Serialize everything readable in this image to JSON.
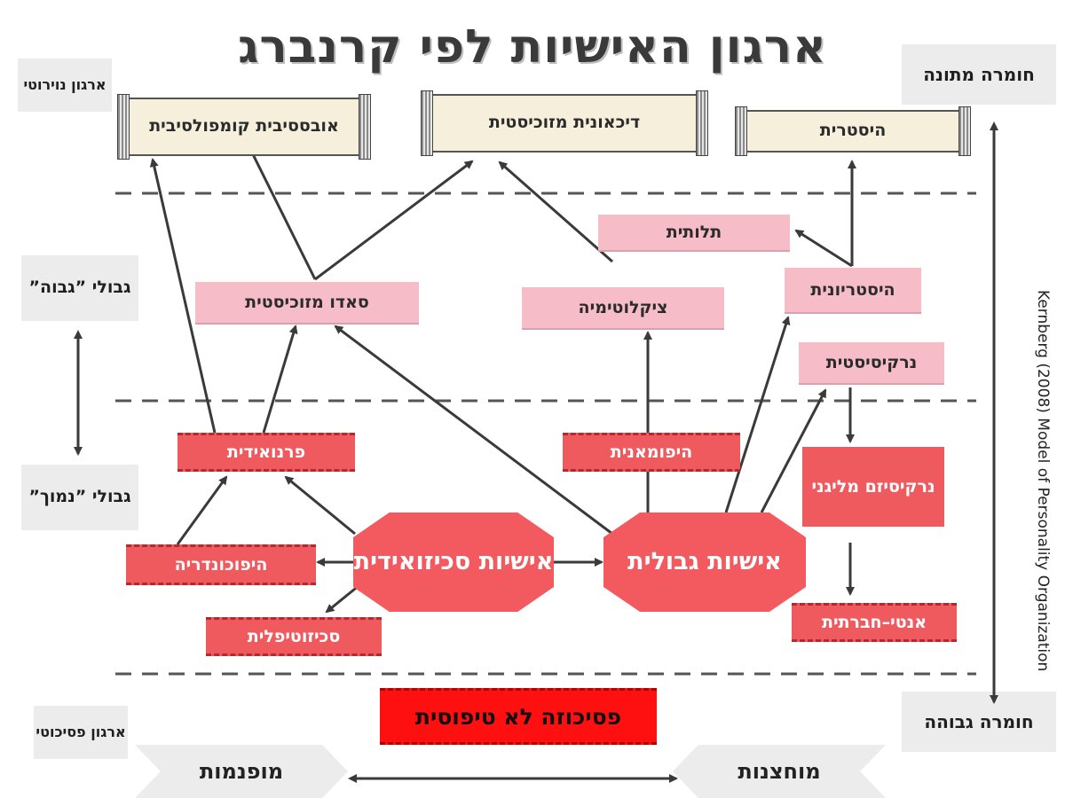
{
  "title": "ארגון האישיות לפי קרנברג",
  "side_labels": {
    "neurotic": "ארגון נוירוטי",
    "high_borderline": "גבולי ”גבוה”",
    "low_borderline": "גבולי ”נמוך”",
    "psychotic": "ארגון פסיכוטי",
    "good_material": "חומרה מתונה",
    "high_severity": "חומרה גבוהה",
    "model": "Kernberg (2008) Model of Personality Organization"
  },
  "neurotic_nodes": {
    "ocd": "אובססיבית קומפולסיבית",
    "depressive_masochistic": "דיכאונית מזוכיסטית",
    "hysterical": "היסטרית"
  },
  "high_borderline_nodes": {
    "dependent": "תלותית",
    "histrionic": "היסטריונית",
    "sadomasochistic": "סאדו מזוכיסטית",
    "cyclothymic": "ציקלוטימיה",
    "narcissistic": "נרקיסיסטית"
  },
  "low_borderline_nodes": {
    "paranoid": "פרנואידית",
    "hypomanic": "היפומאנית",
    "malignant_narcissism": "נרקיסיזם מליגני",
    "schizoid": "אישיות סכיזואידית",
    "borderline": "אישיות גבולית",
    "hypochondriac": "היפוכונדריה",
    "schizotypal": "סכיזוטיפלית",
    "antisocial": "אנטי–חברתית"
  },
  "psychosis": "פסיכוזה לא טיפוסית",
  "bottom": {
    "internalizing": "מופנמות",
    "externalizing": "מוחצנות"
  }
}
